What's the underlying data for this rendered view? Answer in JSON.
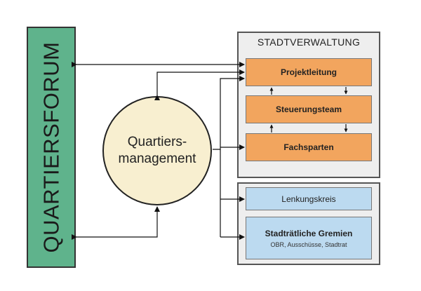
{
  "forum": {
    "label": "QUARTIERSFORUM"
  },
  "management": {
    "line1": "Quartiers-",
    "line2": "management"
  },
  "stadtverwaltung": {
    "title": "STADTVERWALTUNG",
    "boxes": [
      "Projektleitung",
      "Steuerungsteam",
      "Fachsparten"
    ]
  },
  "gremien": {
    "lenkungskreis": "Lenkungskreis",
    "stadtraetliche": "Stadträtliche Gremien",
    "stadtraetliche_sub": "OBR, Ausschüsse, Stadtrat"
  },
  "colors": {
    "forum": "#5fb38c",
    "management": "#f8efd0",
    "orange_box": "#f2a55e",
    "blue_box": "#bcdaf0",
    "panel": "#eeeeee"
  }
}
